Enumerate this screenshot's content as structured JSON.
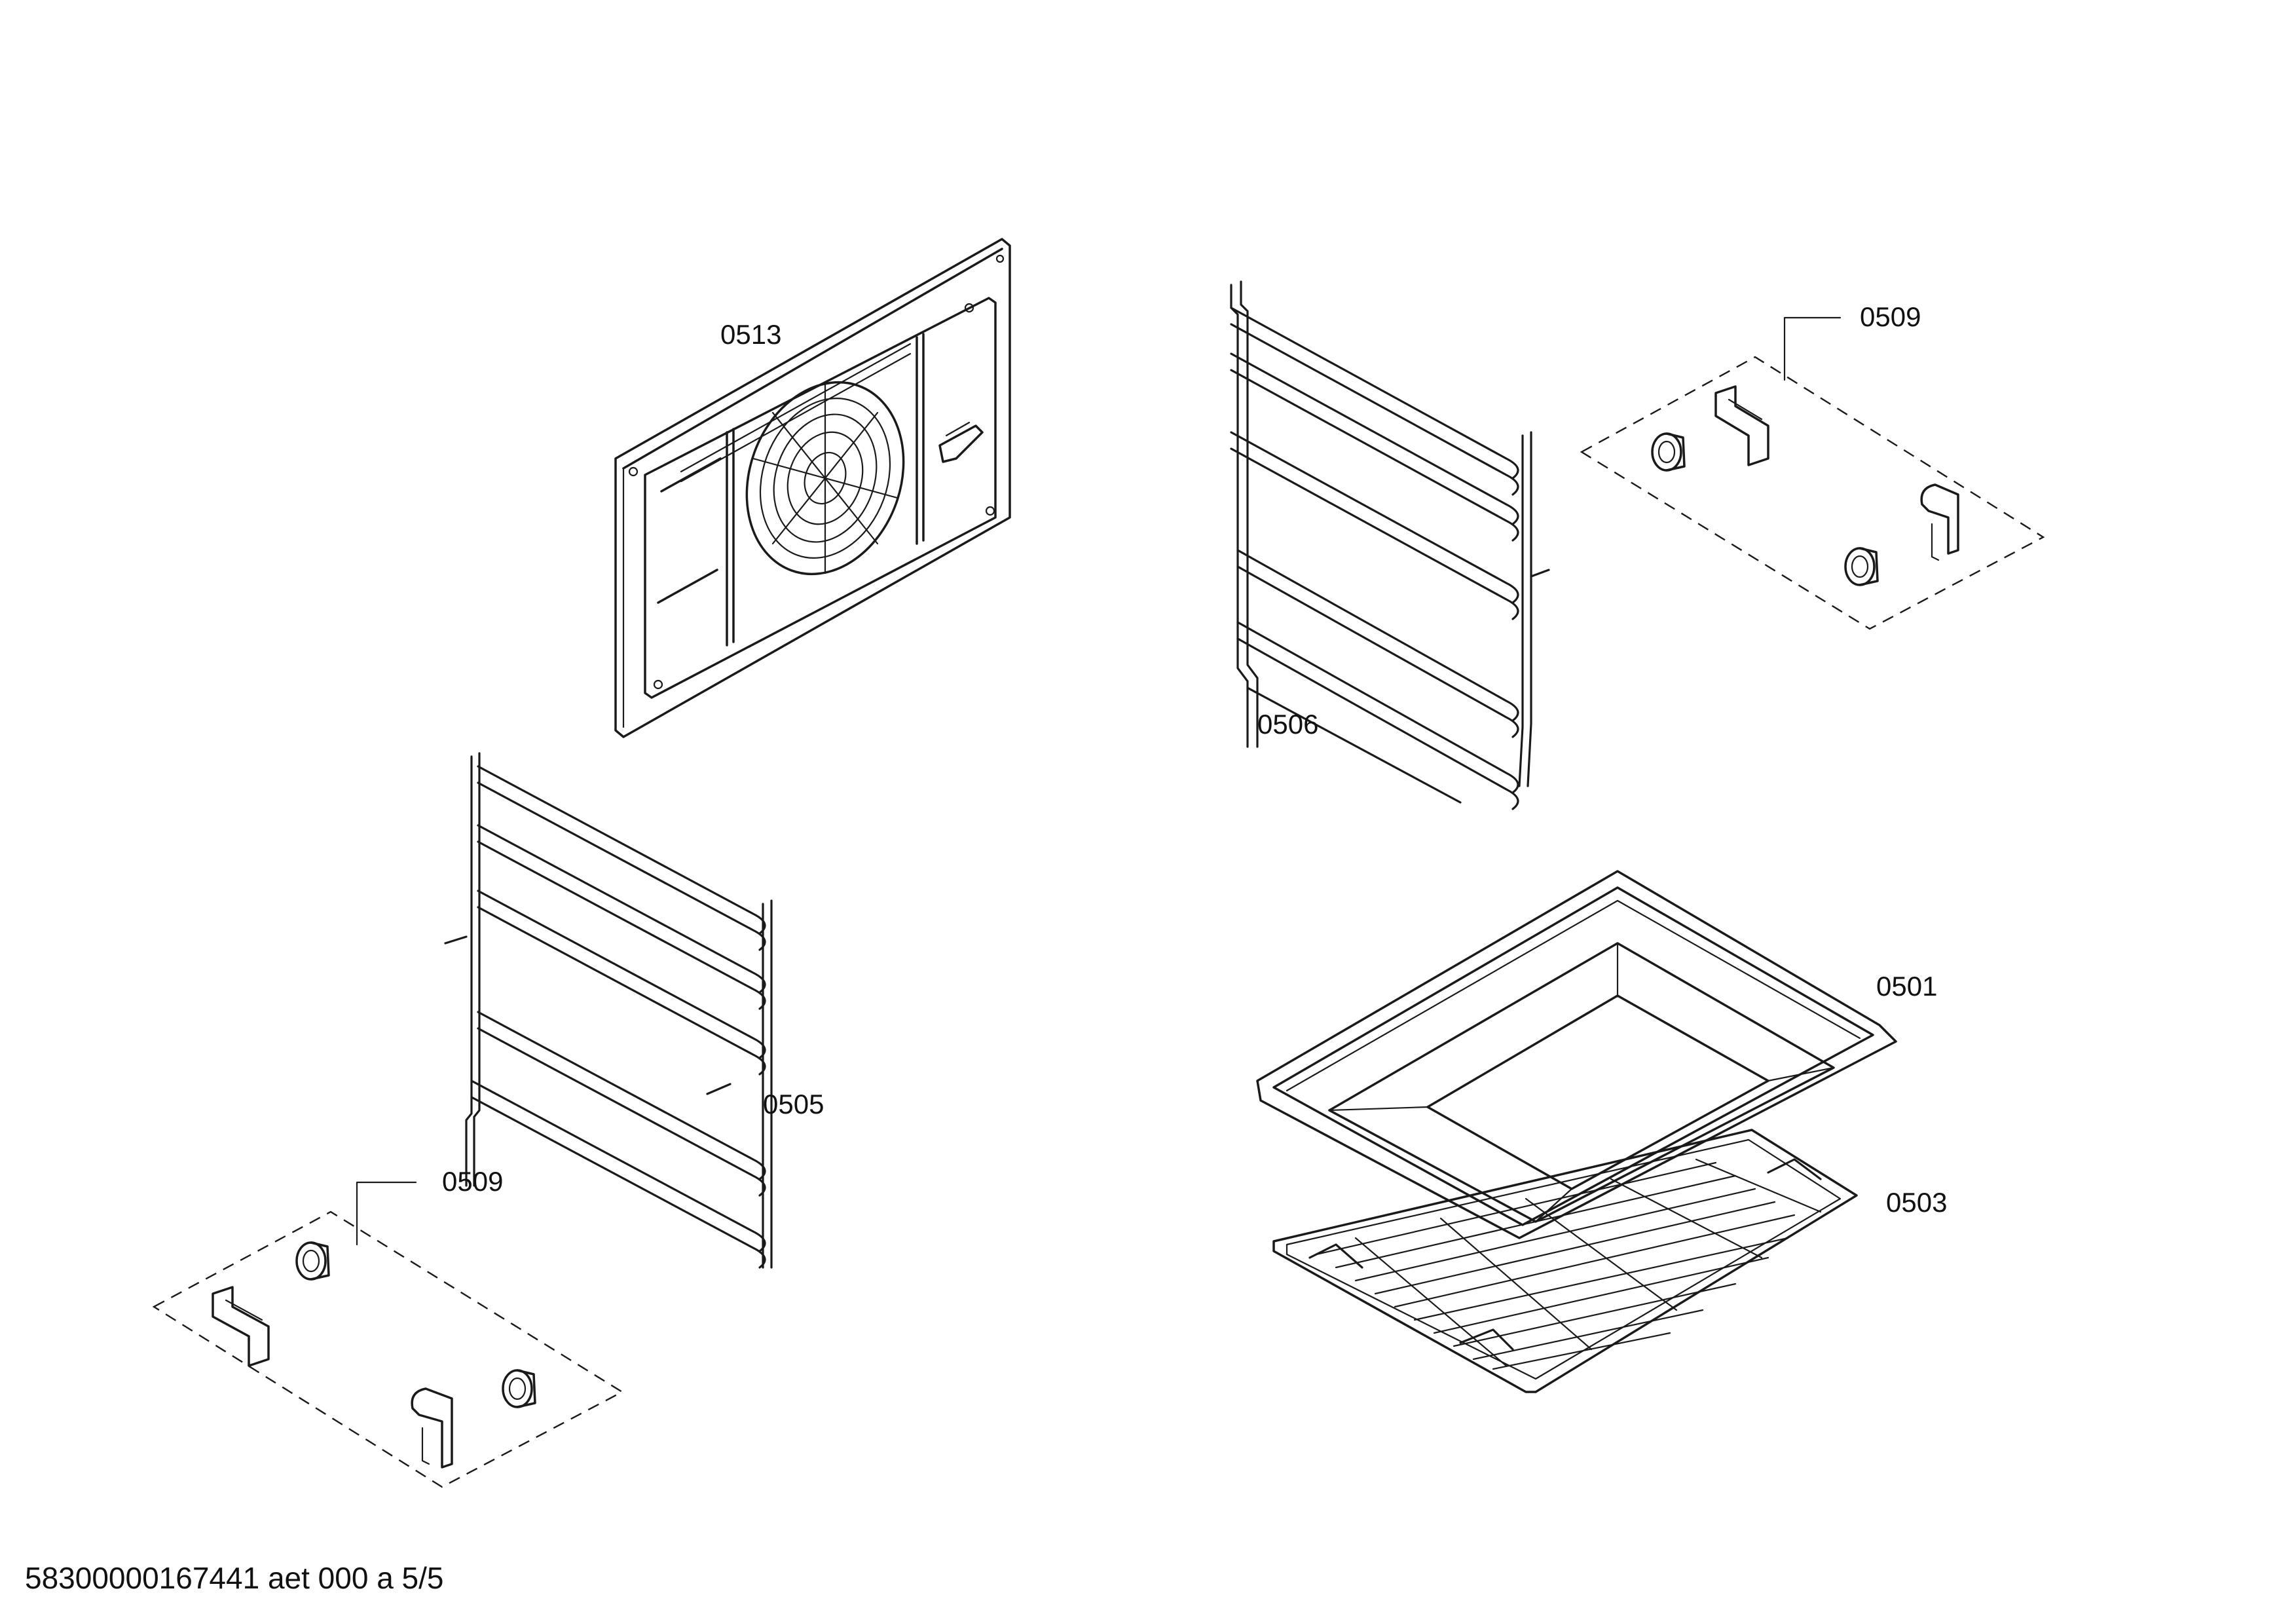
{
  "labels": {
    "part_0513": "0513",
    "part_0509_right": "0509",
    "part_0506": "0506",
    "part_0505": "0505",
    "part_0509_left": "0509",
    "part_0501": "0501",
    "part_0503": "0503"
  },
  "footer": {
    "document_id": "58300000167441 aet 000 a 5/5"
  }
}
